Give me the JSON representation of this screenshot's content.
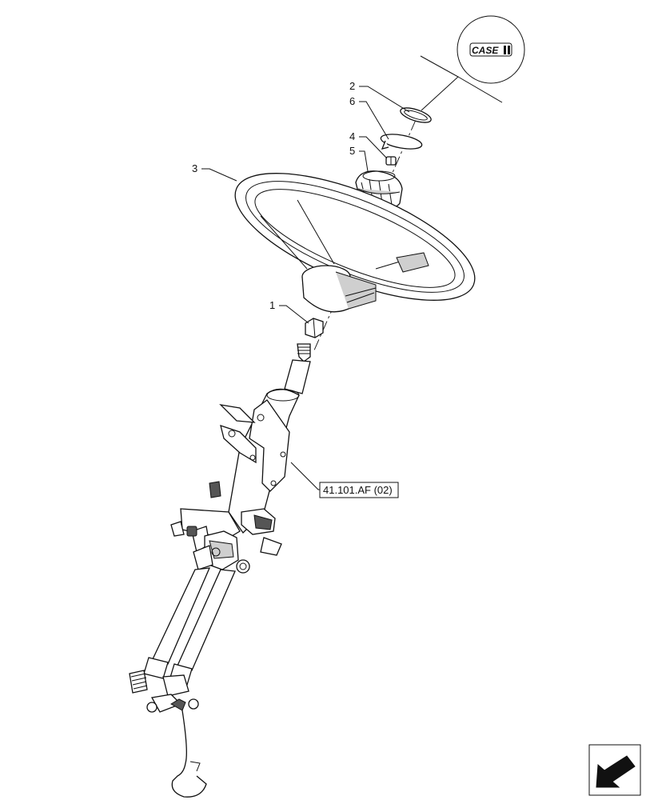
{
  "logo": {
    "text": "CASE",
    "icon": "case-ih-logo"
  },
  "callouts": [
    {
      "id": "callout-1",
      "label": "1"
    },
    {
      "id": "callout-2",
      "label": "2"
    },
    {
      "id": "callout-3",
      "label": "3"
    },
    {
      "id": "callout-4",
      "label": "4"
    },
    {
      "id": "callout-5",
      "label": "5"
    },
    {
      "id": "callout-6",
      "label": "6"
    }
  ],
  "reference": {
    "label": "41.101.AF (02)"
  },
  "navigation": {
    "icon": "previous-page-arrow-icon"
  }
}
